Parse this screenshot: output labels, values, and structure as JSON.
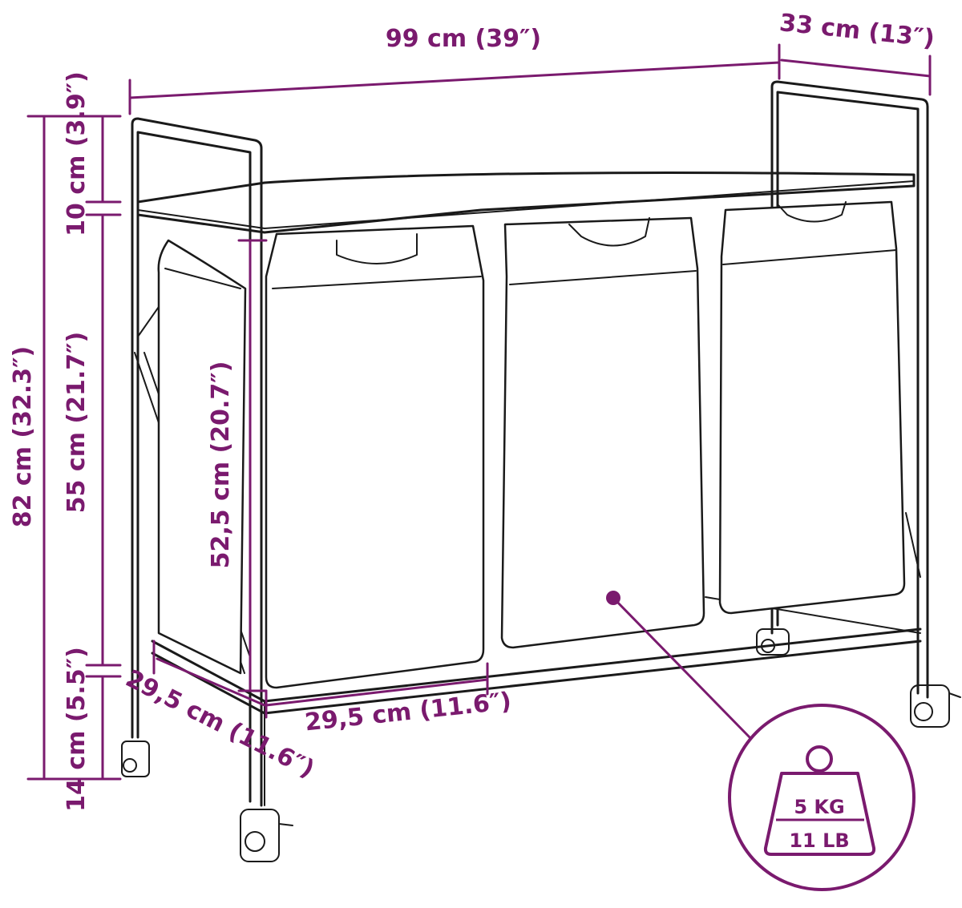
{
  "colors": {
    "accent": "#7a1a6e",
    "line": "#1a1a1a",
    "background": "#ffffff"
  },
  "dimensions": {
    "width": "99 cm (39″)",
    "depth": "33 cm (13″)",
    "total_height": "82 cm (32.3″)",
    "top_gap": "10 cm (3.9″)",
    "bag_section": "55 cm (21.7″)",
    "bottom_clearance": "14 cm (5.5″)",
    "bag_height": "52,5 cm (20.7″)",
    "bag_width": "29,5 cm (11.6″)",
    "bag_depth": "29,5 cm (11.6″)"
  },
  "weight": {
    "kg": "5 KG",
    "lb": "11 LB",
    "icon": "weight-icon"
  }
}
